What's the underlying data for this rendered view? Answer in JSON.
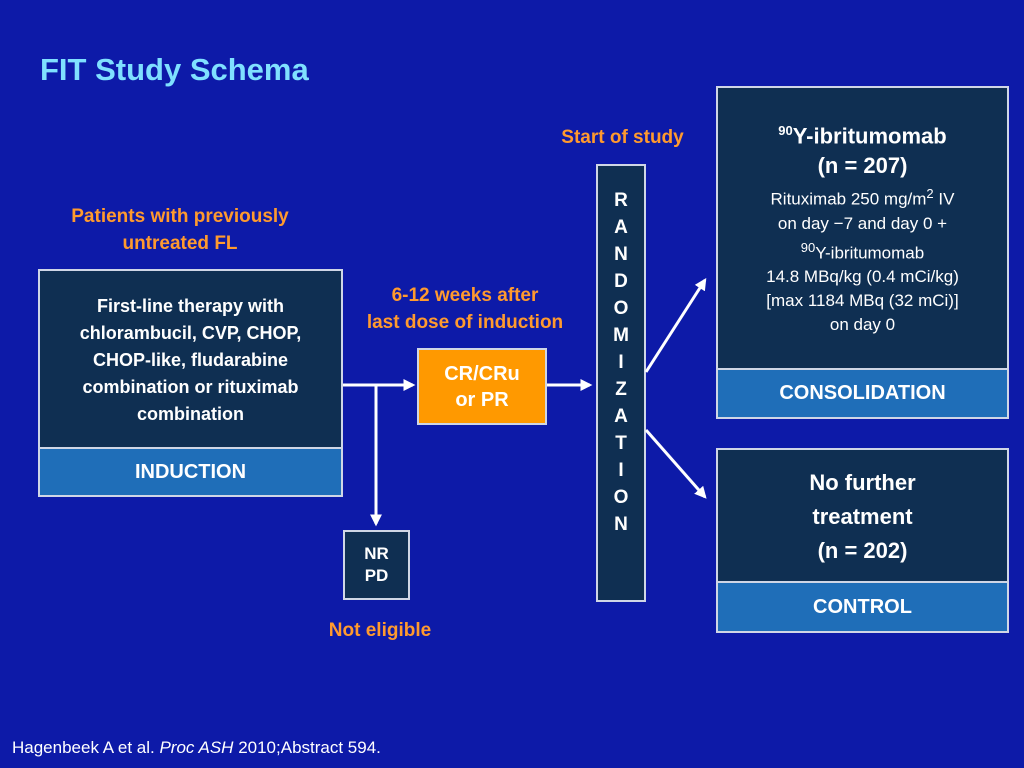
{
  "title": "FIT Study Schema",
  "labels": {
    "patients": [
      "Patients with previously",
      "untreated FL"
    ],
    "start_of_study": "Start of study",
    "weeks_after": [
      "6-12 weeks after",
      "last dose of induction"
    ],
    "not_eligible": "Not eligible"
  },
  "induction_box": {
    "lines": [
      "First-line therapy with",
      "chlorambucil, CVP, CHOP,",
      "CHOP-like, fludarabine",
      "combination or rituximab",
      "combination"
    ],
    "band": "INDUCTION"
  },
  "response_box": {
    "lines": [
      "CR/CRu",
      "or PR"
    ]
  },
  "ineligible_box": {
    "lines": [
      "NR",
      "PD"
    ]
  },
  "randomization": [
    "R",
    "A",
    "N",
    "D",
    "O",
    "M",
    "I",
    "Z",
    "A",
    "T",
    "I",
    "O",
    "N"
  ],
  "consolidation_box": {
    "sup1": "90",
    "name": "Y-ibritumomab",
    "n": "(n = 207)",
    "line1_a": "Rituximab 250 mg/m",
    "line1_sup": "2",
    "line1_b": " IV",
    "line2": "on day −7 and day 0 +",
    "line3_sup": "90",
    "line3": "Y-ibritumomab",
    "line4": "14.8 MBq/kg (0.4 mCi/kg)",
    "line5": "[max 1184 MBq (32 mCi)]",
    "line6": "on day 0",
    "band": "CONSOLIDATION"
  },
  "control_box": {
    "lines": [
      "No further",
      "treatment",
      "(n = 202)"
    ],
    "band": "CONTROL"
  },
  "citation": {
    "author": "Hagenbeek A et al. ",
    "journal": "Proc ASH",
    "rest": " 2010;Abstract 594."
  },
  "colors": {
    "background": "#0d1aa8",
    "title": "#7fe0ff",
    "orange_label": "#ff9a2e",
    "box_fill": "#0f2f52",
    "band_fill": "#1f6eb8",
    "response_fill": "#ff9900"
  }
}
